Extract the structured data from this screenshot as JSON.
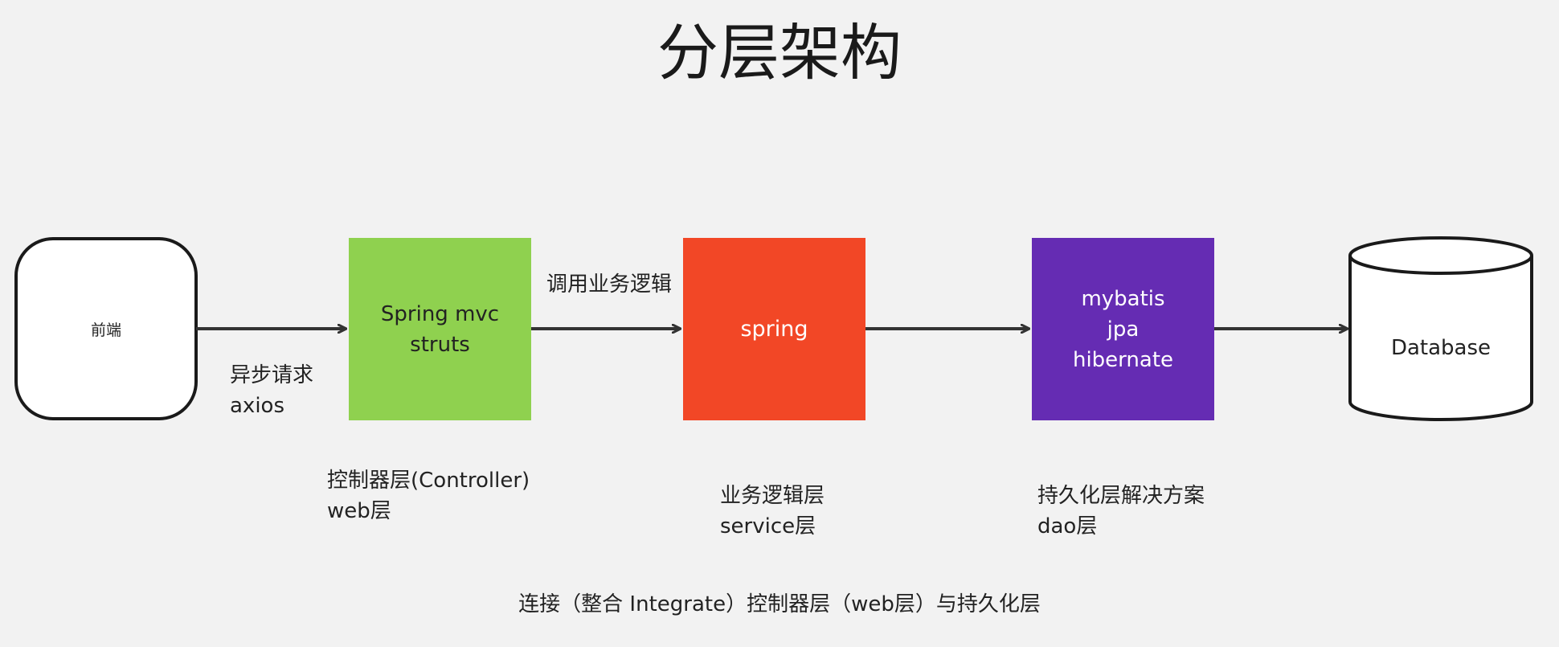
{
  "title": "分层架构",
  "nodes": {
    "frontend": {
      "label": "前端",
      "fill": "#ffffff",
      "stroke": "#1a1a1a"
    },
    "controller": {
      "lines": [
        "Spring mvc",
        "struts"
      ],
      "fill": "#8fd14f",
      "text_color": "#222222"
    },
    "service": {
      "lines": [
        "spring"
      ],
      "fill": "#f24726",
      "text_color": "#ffffff"
    },
    "persistence": {
      "lines": [
        "mybatis",
        "jpa",
        "hibernate"
      ],
      "fill": "#652cb3",
      "text_color": "#ffffff"
    },
    "database": {
      "label": "Database",
      "fill": "#ffffff",
      "stroke": "#1a1a1a"
    }
  },
  "edge_labels": {
    "async_request": {
      "lines": [
        "异步请求",
        "axios"
      ]
    },
    "call_business_logic": "调用业务逻辑"
  },
  "layer_captions": {
    "controller": [
      "控制器层(Controller)",
      "web层"
    ],
    "service": [
      "业务逻辑层",
      "service层"
    ],
    "persistence": [
      "持久化层解决方案",
      "dao层"
    ]
  },
  "footer_note": "连接（整合 Integrate）控制器层（web层）与持久化层",
  "colors": {
    "background": "#f2f2f2",
    "arrow": "#333333"
  }
}
